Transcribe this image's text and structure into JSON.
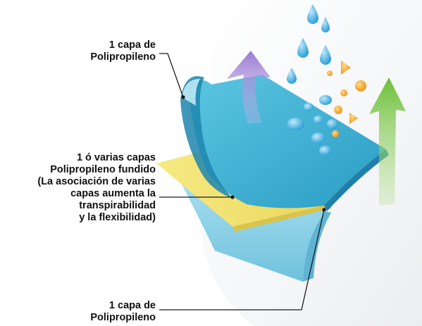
{
  "labels": {
    "top": {
      "lines": [
        "1 capa de",
        "Polipropileno"
      ]
    },
    "middle": {
      "lines": [
        "1 ó varias capas",
        "Polipropileno fundido",
        "(La asociación de varias",
        "capas aumenta la",
        "transpirabilidad",
        "y la flexibilidad)"
      ]
    },
    "bottom": {
      "lines": [
        "1 capa de",
        "Polipropileno"
      ]
    }
  },
  "colors": {
    "top_layer": "#3fb4d4",
    "top_layer_dark": "#1d86ad",
    "middle_layer": "#f2e36e",
    "bottom_layer": "#8fd2e8",
    "water_drop": "#2a9fd8",
    "orange_particle": "#f0a020",
    "arrow_purple": "#a98bd8",
    "arrow_green": "#7cc84a",
    "leader_line": "#1a1a1a"
  },
  "icons": [
    "water-drop-icon",
    "orange-particle-icon",
    "purple-arrow-icon",
    "green-arrow-icon"
  ]
}
